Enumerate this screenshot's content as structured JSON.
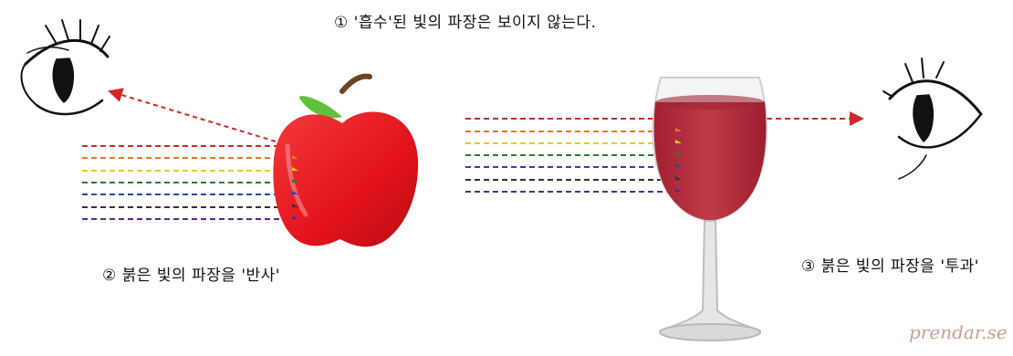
{
  "captions": {
    "absorbed": "① '흡수'된 빛의 파장은 보이지 않는다.",
    "reflected": "② 붉은 빛의 파장을 '반사'",
    "transmitted": "③ 붉은 빛의 파장을 '투과'"
  },
  "watermark": "prendar.se",
  "colors": {
    "spectrum": [
      "#cc2a2a",
      "#e8772a",
      "#e0cf1e",
      "#2f7a2f",
      "#2d3fb8",
      "#333333",
      "#5a2a8c"
    ],
    "arrow_red": "#cc2a2a",
    "apple": "#e3121b",
    "apple_dark": "#b80d14",
    "leaf": "#5fc23a",
    "stem": "#6b4424",
    "wine": "#b8323f",
    "glass": "#d9d9d9",
    "ink": "#111111"
  },
  "icons": [
    "eye-left-icon",
    "eye-right-icon",
    "apple-icon",
    "wine-glass-icon"
  ]
}
